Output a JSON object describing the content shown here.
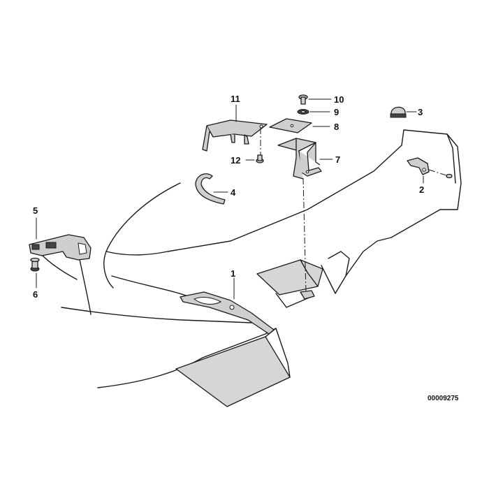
{
  "drawing_number": "00009275",
  "callouts": {
    "c1": "1",
    "c2": "2",
    "c3": "3",
    "c4": "4",
    "c5": "5",
    "c6": "6",
    "c7": "7",
    "c8": "8",
    "c9": "9",
    "c10": "10",
    "c11": "11",
    "c12": "12"
  }
}
